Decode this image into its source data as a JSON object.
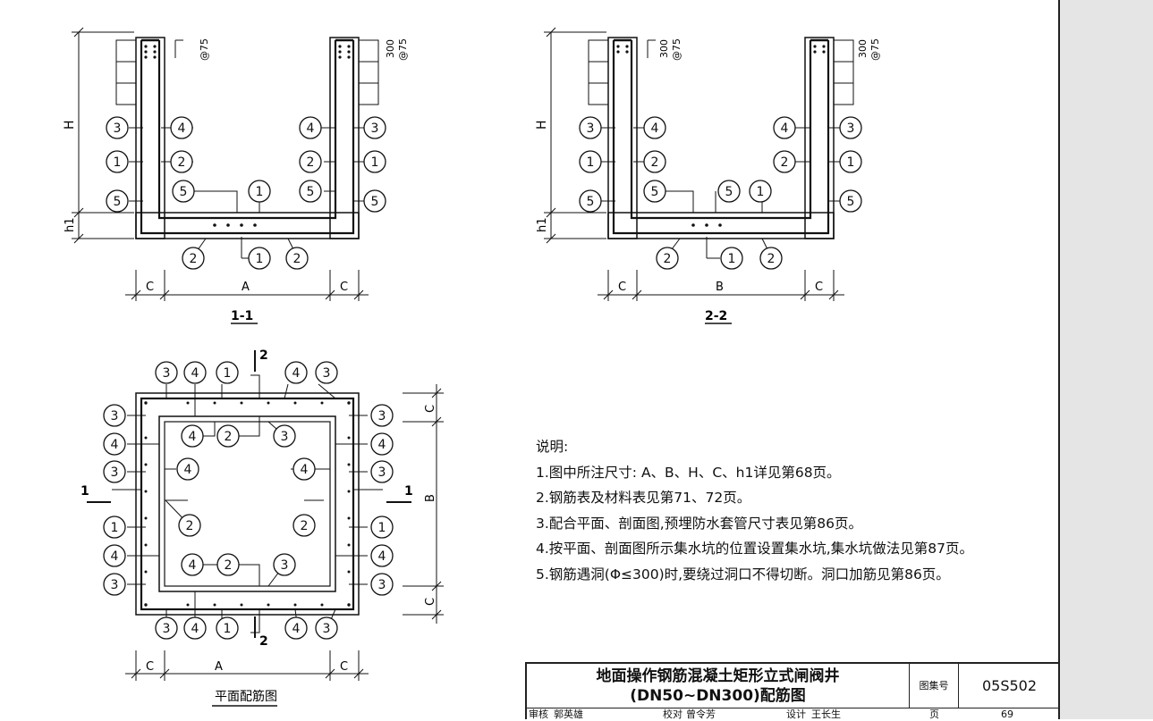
{
  "sections": {
    "s11": {
      "title": "1-1",
      "dim_left": "C",
      "dim_mid": "A",
      "dim_right": "C",
      "h_label": "H",
      "h1_label": "h1"
    },
    "s22": {
      "title": "2-2",
      "dim_left": "C",
      "dim_mid": "B",
      "dim_right": "C",
      "h_label": "H",
      "h1_label": "h1"
    },
    "spacing_top": "300",
    "spacing_bottom": "@75"
  },
  "plan": {
    "title": "平面配筋图",
    "dim_left": "C",
    "dim_mid": "A",
    "dim_right": "C",
    "right_dim_top": "C",
    "right_dim_mid": "B",
    "right_dim_bottom": "C",
    "cut_1": "1",
    "cut_2": "2"
  },
  "notes": {
    "heading": "说明:",
    "items": [
      "1.图中所注尺寸: A、B、H、C、h1详见第68页。",
      "2.钢筋表及材料表见第71、72页。",
      "3.配合平面、剖面图,预埋防水套管尺寸表见第86页。",
      "4.按平面、剖面图所示集水坑的位置设置集水坑,集水坑做法见第87页。",
      "5.钢筋遇洞(Φ≤300)时,要绕过洞口不得切断。洞口加筋见第86页。"
    ]
  },
  "title_block": {
    "title_line1": "地面操作钢筋混凝土矩形立式闸阀井",
    "title_line2": "(DN50~DN300)配筋图",
    "atlas_label": "图集号",
    "atlas_no": "05S502",
    "row2": [
      "审核",
      "郭英雄",
      "校对",
      "曾令芳",
      "设计",
      "王长生",
      "页",
      "69"
    ]
  }
}
